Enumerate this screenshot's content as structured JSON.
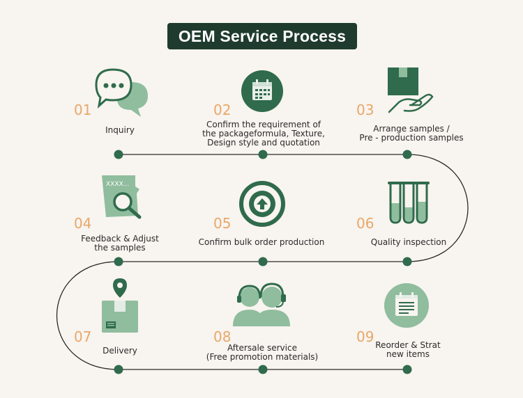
{
  "title": "OEM Service Process",
  "colors": {
    "title_bg": "#1f3b2e",
    "green_dark": "#2f6b4c",
    "green_light": "#8fbd9e",
    "accent_number": "#e7a86a",
    "line": "#2a2a2a",
    "background": "#f8f4ef"
  },
  "steps": [
    {
      "number": "01",
      "label": "Inquiry",
      "icon": "chat-bubbles-icon"
    },
    {
      "number": "02",
      "label": "Confirm the requirement of\nthe packageformula, Texture,\nDesign style and quotation",
      "icon": "calendar-icon"
    },
    {
      "number": "03",
      "label": "Arrange samples /\nPre - production samples",
      "icon": "hand-box-icon"
    },
    {
      "number": "04",
      "label": "Feedback & Adjust\nthe samples",
      "icon": "document-magnifier-icon"
    },
    {
      "number": "05",
      "label": "Confirm bulk order production",
      "icon": "upload-arrow-icon"
    },
    {
      "number": "06",
      "label": "Quality inspection",
      "icon": "test-tubes-icon"
    },
    {
      "number": "07",
      "label": "Delivery",
      "icon": "package-location-icon"
    },
    {
      "number": "08",
      "label": "Aftersale service\n(Free promotion materials)",
      "icon": "headset-agents-icon"
    },
    {
      "number": "09",
      "label": "Reorder & Strat\nnew items",
      "icon": "clipboard-list-icon"
    }
  ],
  "document_text": "XXXX..."
}
